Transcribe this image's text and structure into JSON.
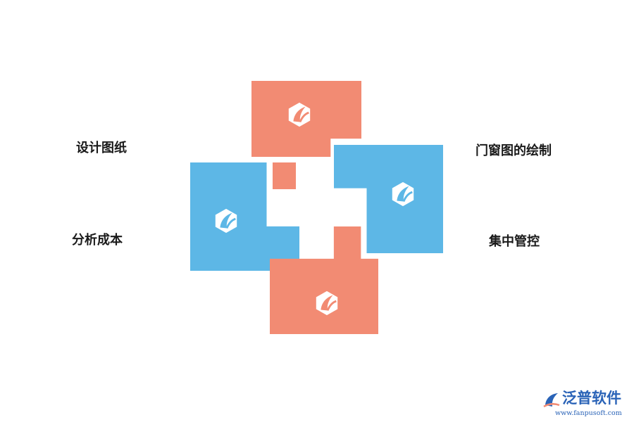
{
  "labels": {
    "top_left": "设计图纸",
    "top_right": "门窗图的绘制",
    "bottom_left": "分析成本",
    "bottom_right": "集中管控"
  },
  "colors": {
    "salmon": "#f28b73",
    "blue": "#5db7e6",
    "brand_blue": "#2a63b7",
    "emblem_fill": "#ffffff"
  },
  "icons": {
    "block_emblem": "hexagon-leaf-icon",
    "brand_logo": "fanpu-logo-icon"
  },
  "brand": {
    "name": "泛普软件",
    "url": "www.fanpusoft.com"
  }
}
